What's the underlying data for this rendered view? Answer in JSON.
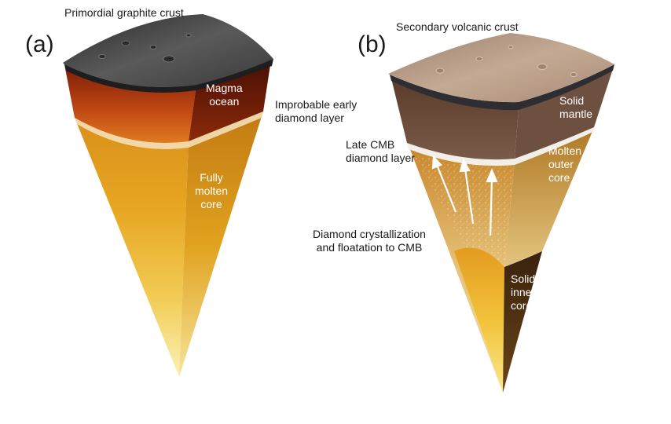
{
  "panel_a": {
    "letter": "(a)",
    "crust_label": "Primordial graphite crust",
    "magma_label": [
      "Magma",
      "ocean"
    ],
    "diamond_label": [
      "Improbable early",
      "diamond layer"
    ],
    "core_label": [
      "Fully",
      "molten",
      "core"
    ]
  },
  "panel_b": {
    "letter": "(b)",
    "crust_label": "Secondary volcanic crust",
    "mantle_label": [
      "Solid",
      "mantle"
    ],
    "cmb_label": [
      "Late CMB",
      "diamond layer"
    ],
    "outer_label": [
      "Molten",
      "outer",
      "core"
    ],
    "crystal_label": [
      "Diamond crystallization",
      "and floatation to CMB"
    ],
    "inner_label": [
      "Solid",
      "inner",
      "core"
    ]
  },
  "colors": {
    "graphite": "#3a3a3a",
    "magma": "#8a2a0a",
    "molten_core": "#f2b320",
    "volcanic_crust": "#b89a84",
    "mantle": "#6a4a3a",
    "outer_core": "#d8a23a",
    "inner_core": "#4a2e14"
  },
  "icons": [
    "upward-arrow"
  ]
}
